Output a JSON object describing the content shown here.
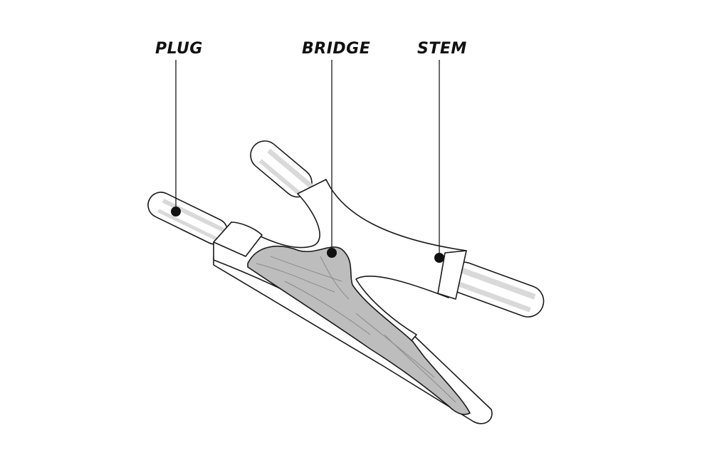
{
  "labels": {
    "plug": "PLUG",
    "bridge": "BRIDGE",
    "stem": "STEM"
  },
  "colors": {
    "outline": "#1a1a1a",
    "body": "#ffffff",
    "tissue": "#bdbdbd",
    "tube_shade": "#d9d9d9"
  }
}
